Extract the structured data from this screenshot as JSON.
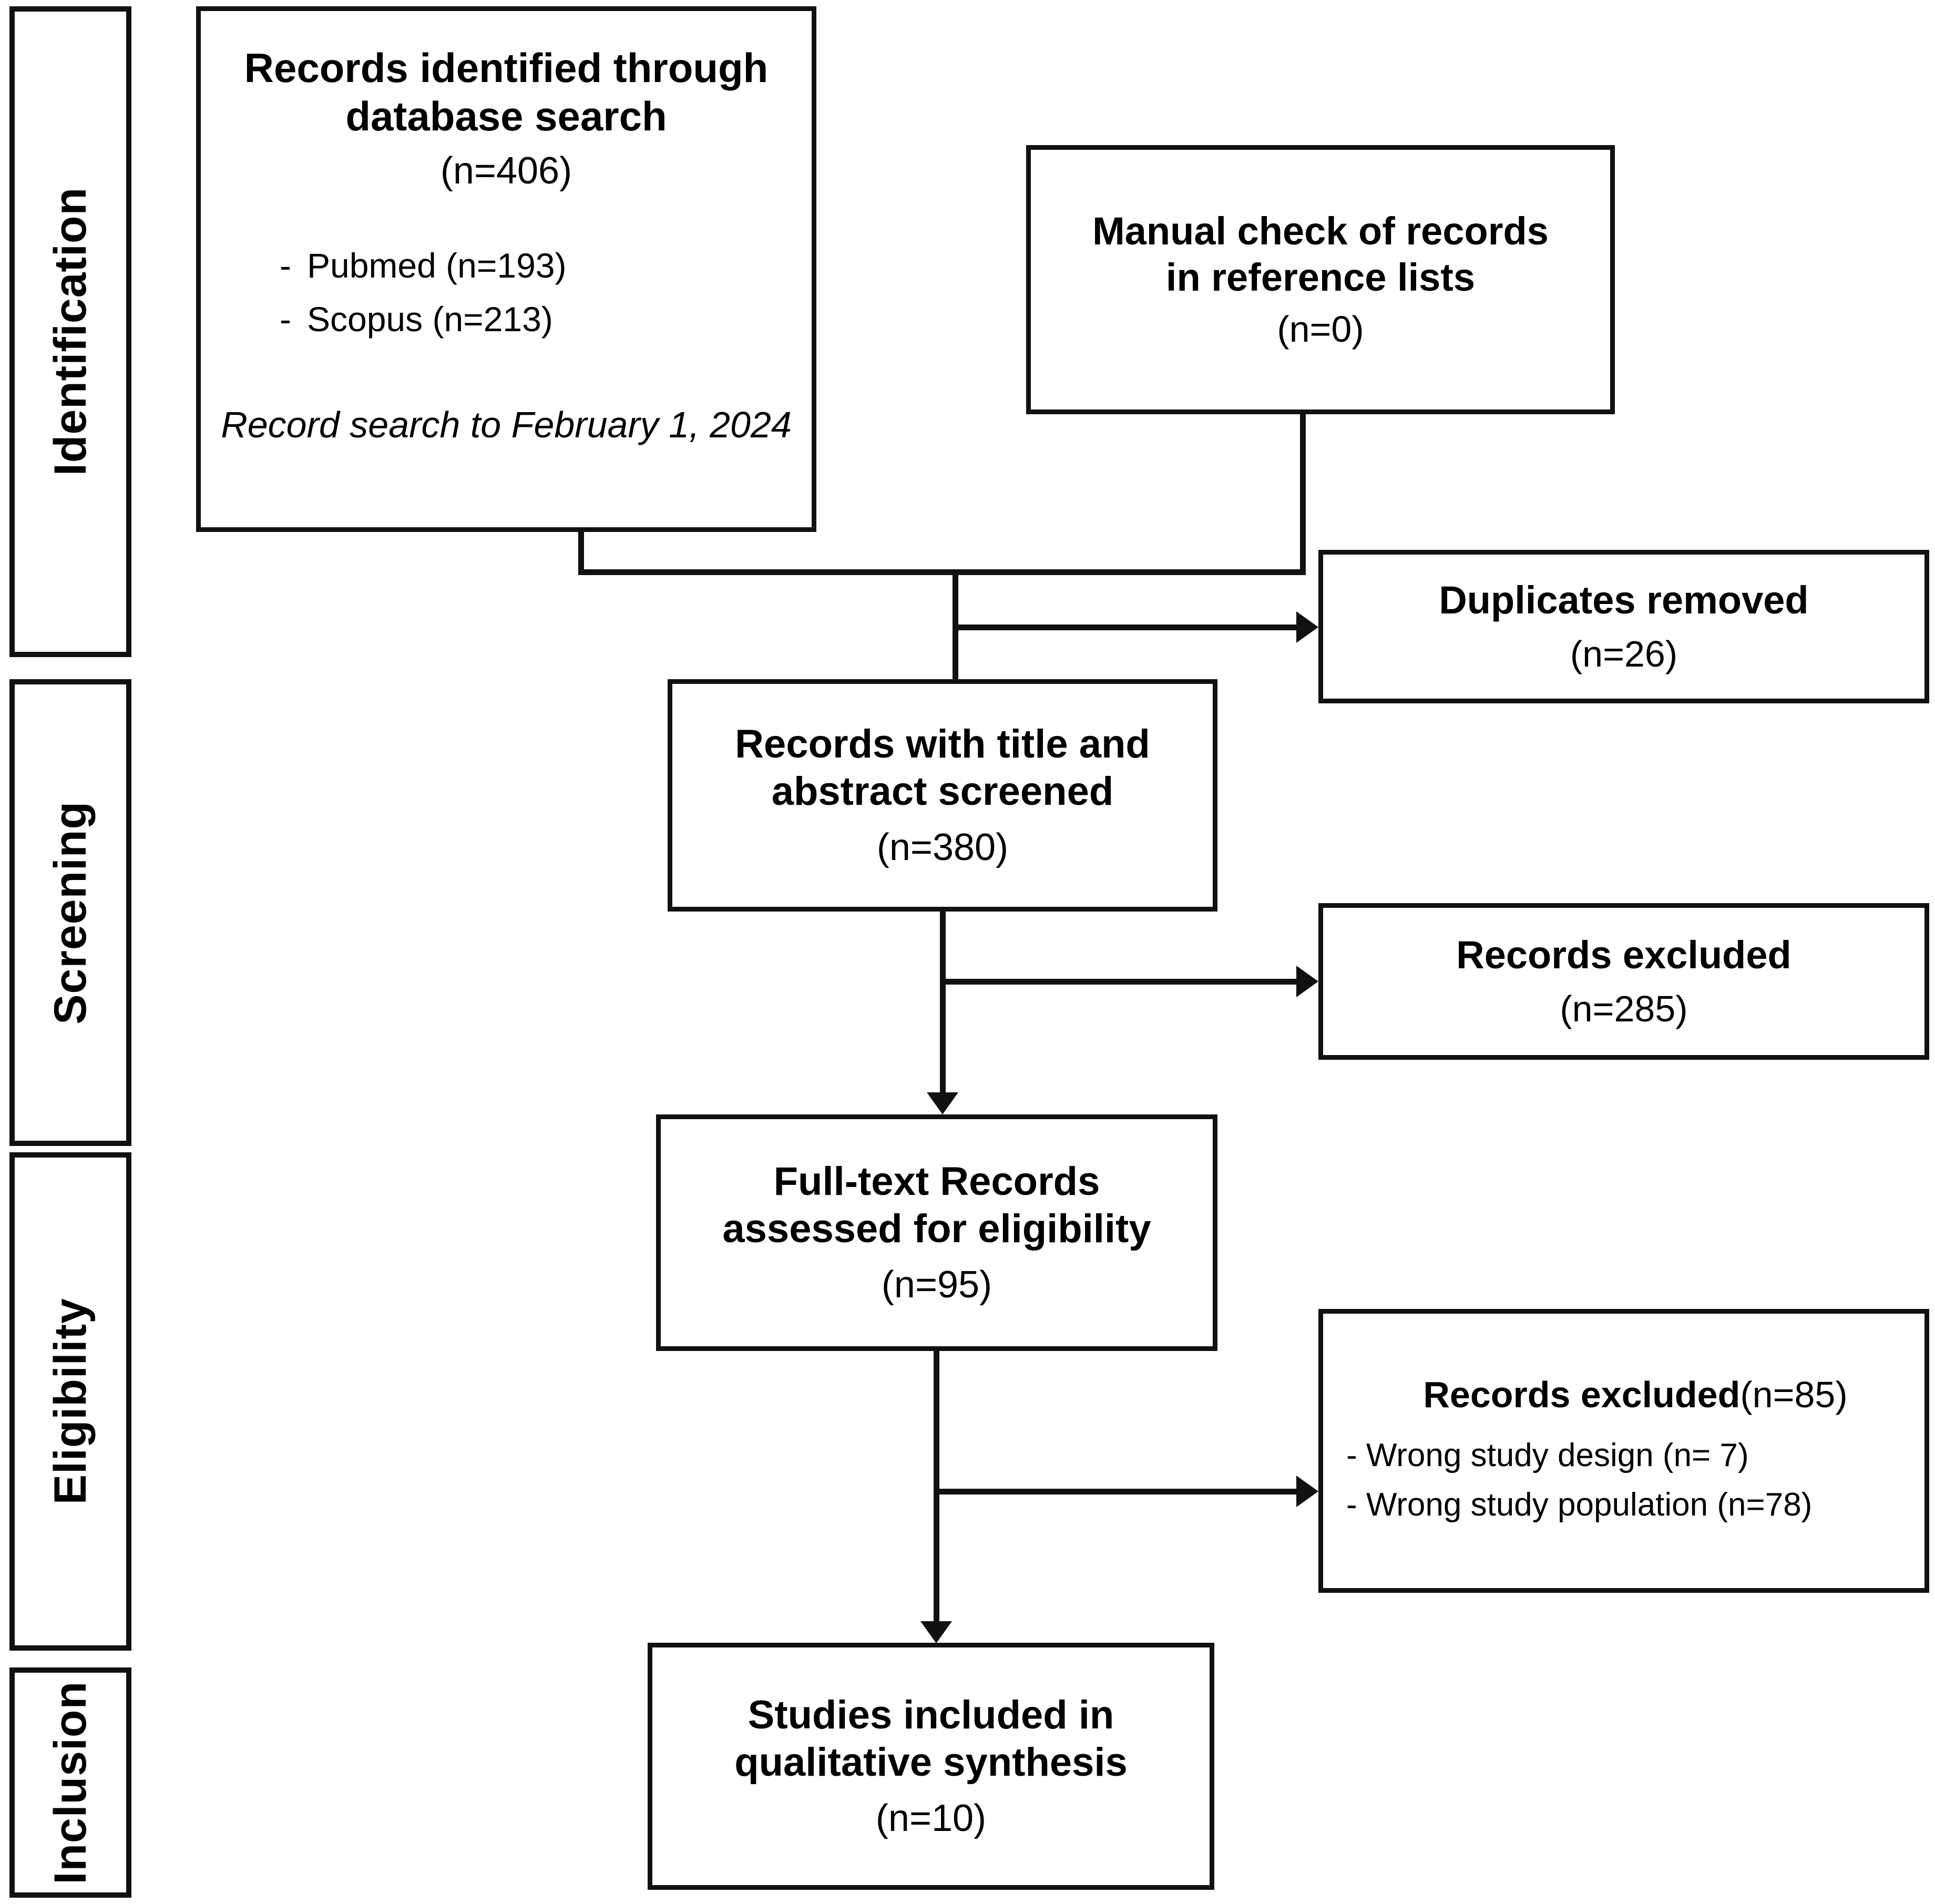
{
  "stages": [
    {
      "id": "identification",
      "label": "Identification"
    },
    {
      "id": "screening",
      "label": "Screening"
    },
    {
      "id": "eligibility",
      "label": "Eligibility"
    },
    {
      "id": "inclusion",
      "label": "Inclusion"
    }
  ],
  "boxes": {
    "database": {
      "title_line1": "Records identified through",
      "title_line2": "database search",
      "count": "(n=406)",
      "sources": [
        {
          "dash": "-",
          "label": "Pubmed (n=193)"
        },
        {
          "dash": "-",
          "label": "Scopus   (n=213)"
        }
      ],
      "date_range": "Record search to February 1, 2024"
    },
    "manual": {
      "title_line1": "Manual check of records",
      "title_line2": "in reference lists",
      "count": "(n=0)"
    },
    "duplicates": {
      "title": "Duplicates removed",
      "count": "(n=26)"
    },
    "screened": {
      "title_line1": "Records with title and",
      "title_line2": "abstract screened",
      "count": "(n=380)"
    },
    "excluded_screening": {
      "title": "Records excluded",
      "count": "(n=285)"
    },
    "fulltext": {
      "title_line1": "Full-text Records",
      "title_line2": "assessed for eligibility",
      "count": "(n=95)"
    },
    "excluded_eligibility": {
      "header_bold": "Records excluded",
      "header_count": "(n=85)",
      "reasons": [
        "- Wrong study design (n= 7)",
        "- Wrong study population (n=78)"
      ]
    },
    "included": {
      "title_line1": "Studies included in",
      "title_line2": "qualitative synthesis",
      "count": "(n=10)"
    }
  },
  "colors": {
    "stroke": "#111111",
    "background": "#ffffff",
    "text": "#000000"
  },
  "chart_data": {
    "type": "diagram",
    "title": "PRISMA flow diagram",
    "nodes": [
      {
        "id": "database",
        "stage": "Identification",
        "label": "Records identified through database search",
        "n": 406,
        "detail": {
          "Pubmed": 193,
          "Scopus": 213
        },
        "note": "Record search to February 1, 2024"
      },
      {
        "id": "manual",
        "stage": "Identification",
        "label": "Manual check of records in reference lists",
        "n": 0
      },
      {
        "id": "duplicates",
        "stage": "Identification",
        "label": "Duplicates removed",
        "n": 26
      },
      {
        "id": "screened",
        "stage": "Screening",
        "label": "Records with title and abstract screened",
        "n": 380
      },
      {
        "id": "excluded_screening",
        "stage": "Screening",
        "label": "Records excluded",
        "n": 285
      },
      {
        "id": "fulltext",
        "stage": "Eligibility",
        "label": "Full-text Records assessed for eligibility",
        "n": 95
      },
      {
        "id": "excluded_eligibility",
        "stage": "Eligibility",
        "label": "Records excluded",
        "n": 85,
        "detail": {
          "Wrong study design": 7,
          "Wrong study population": 78
        }
      },
      {
        "id": "included",
        "stage": "Inclusion",
        "label": "Studies included in qualitative synthesis",
        "n": 10
      }
    ],
    "edges": [
      {
        "from": "database",
        "to": "screened"
      },
      {
        "from": "manual",
        "to": "screened"
      },
      {
        "from": "screened",
        "to": "duplicates"
      },
      {
        "from": "screened",
        "to": "excluded_screening"
      },
      {
        "from": "screened",
        "to": "fulltext"
      },
      {
        "from": "fulltext",
        "to": "excluded_eligibility"
      },
      {
        "from": "fulltext",
        "to": "included"
      }
    ]
  }
}
